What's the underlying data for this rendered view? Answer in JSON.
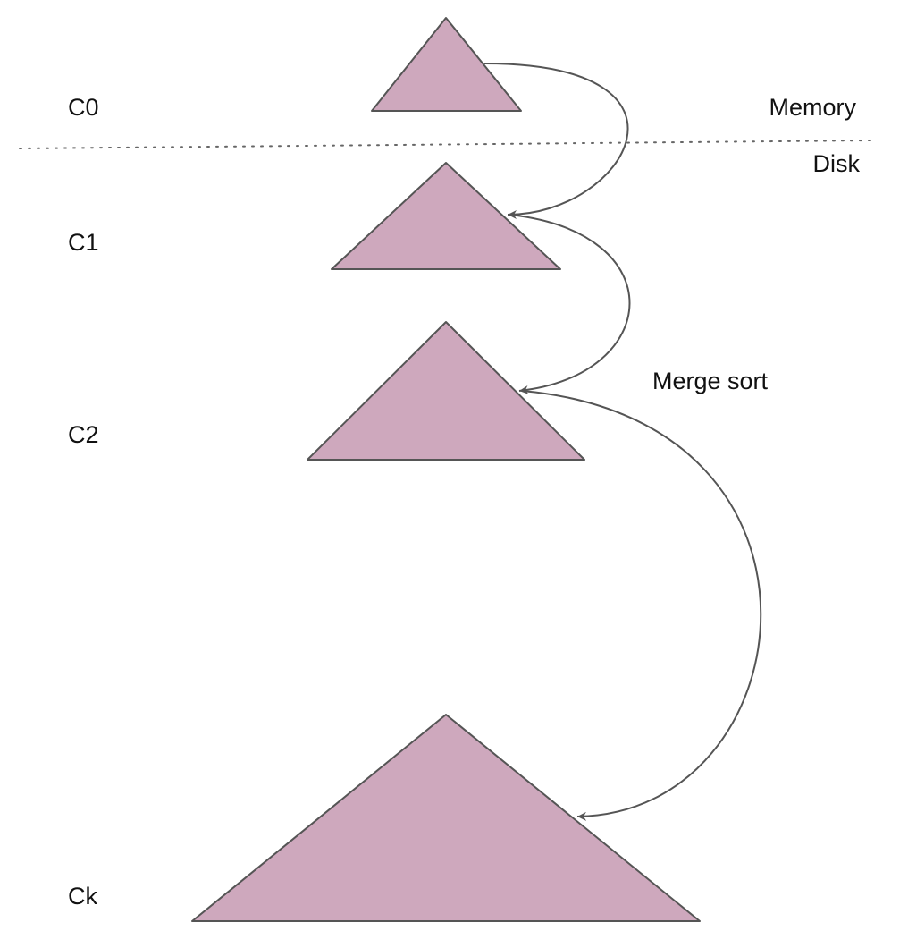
{
  "levels": [
    {
      "label": "C0"
    },
    {
      "label": "C1"
    },
    {
      "label": "C2"
    },
    {
      "label": "Ck"
    }
  ],
  "regions": {
    "memory": "Memory",
    "disk": "Disk"
  },
  "merge_label": "Merge sort",
  "colors": {
    "tree_fill": "#cea8bd",
    "stroke": "#555555",
    "separator": "#666666",
    "text": "#111111"
  }
}
